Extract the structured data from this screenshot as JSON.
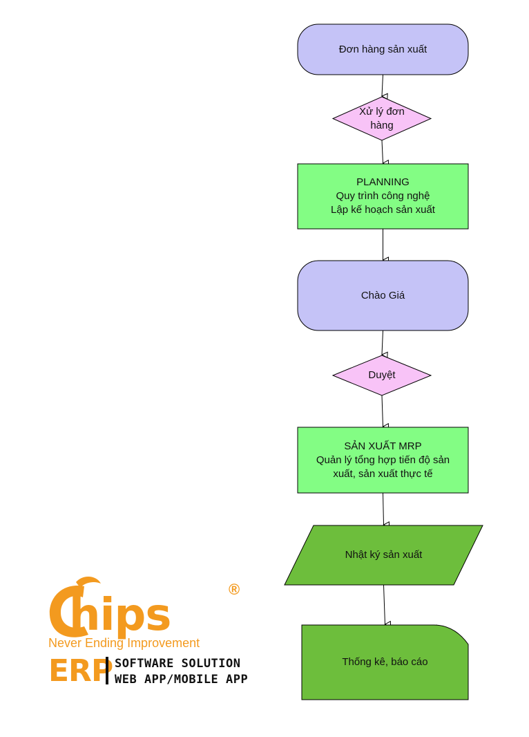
{
  "flowchart": {
    "nodes": [
      {
        "id": "don-hang",
        "shape": "rounded-rect",
        "fill": "#c5c3f7",
        "lines": [
          "Đơn hàng sản xuất"
        ]
      },
      {
        "id": "xu-ly",
        "shape": "diamond",
        "fill": "#f8c3f7",
        "lines": [
          "Xử lý đơn",
          "hàng"
        ]
      },
      {
        "id": "planning",
        "shape": "rect",
        "fill": "#83fd84",
        "lines": [
          "PLANNING",
          "Quy trình công nghệ",
          "Lập kế hoạch sản xuất"
        ]
      },
      {
        "id": "chao-gia",
        "shape": "rounded-rect",
        "fill": "#c5c3f7",
        "lines": [
          "Chào Giá"
        ]
      },
      {
        "id": "duyet",
        "shape": "diamond",
        "fill": "#f8c3f7",
        "lines": [
          "Duyệt"
        ]
      },
      {
        "id": "san-xuat",
        "shape": "rect",
        "fill": "#83fd84",
        "lines": [
          "SẢN XUẤT MRP",
          "Quản lý tổng hợp tiến độ sản",
          "xuất, sản xuất thực tế"
        ]
      },
      {
        "id": "nhat-ky",
        "shape": "parallelogram",
        "fill": "#6dbe3c",
        "lines": [
          "Nhật ký sản xuất"
        ]
      },
      {
        "id": "thong-ke",
        "shape": "document",
        "fill": "#6dbe3c",
        "lines": [
          "Thống kê, báo cáo"
        ]
      }
    ],
    "edges": [
      [
        "don-hang",
        "xu-ly"
      ],
      [
        "xu-ly",
        "planning"
      ],
      [
        "planning",
        "chao-gia"
      ],
      [
        "chao-gia",
        "duyet"
      ],
      [
        "duyet",
        "san-xuat"
      ],
      [
        "san-xuat",
        "nhat-ky"
      ],
      [
        "nhat-ky",
        "thong-ke"
      ]
    ]
  },
  "logo": {
    "word": "hips",
    "registered": "®",
    "tagline": "Never Ending Improvement",
    "erp": "ERP",
    "line1": "SOFTWARE SOLUTION",
    "line2": "WEB APP/MOBILE APP",
    "brand_color": "#f39a1f"
  }
}
